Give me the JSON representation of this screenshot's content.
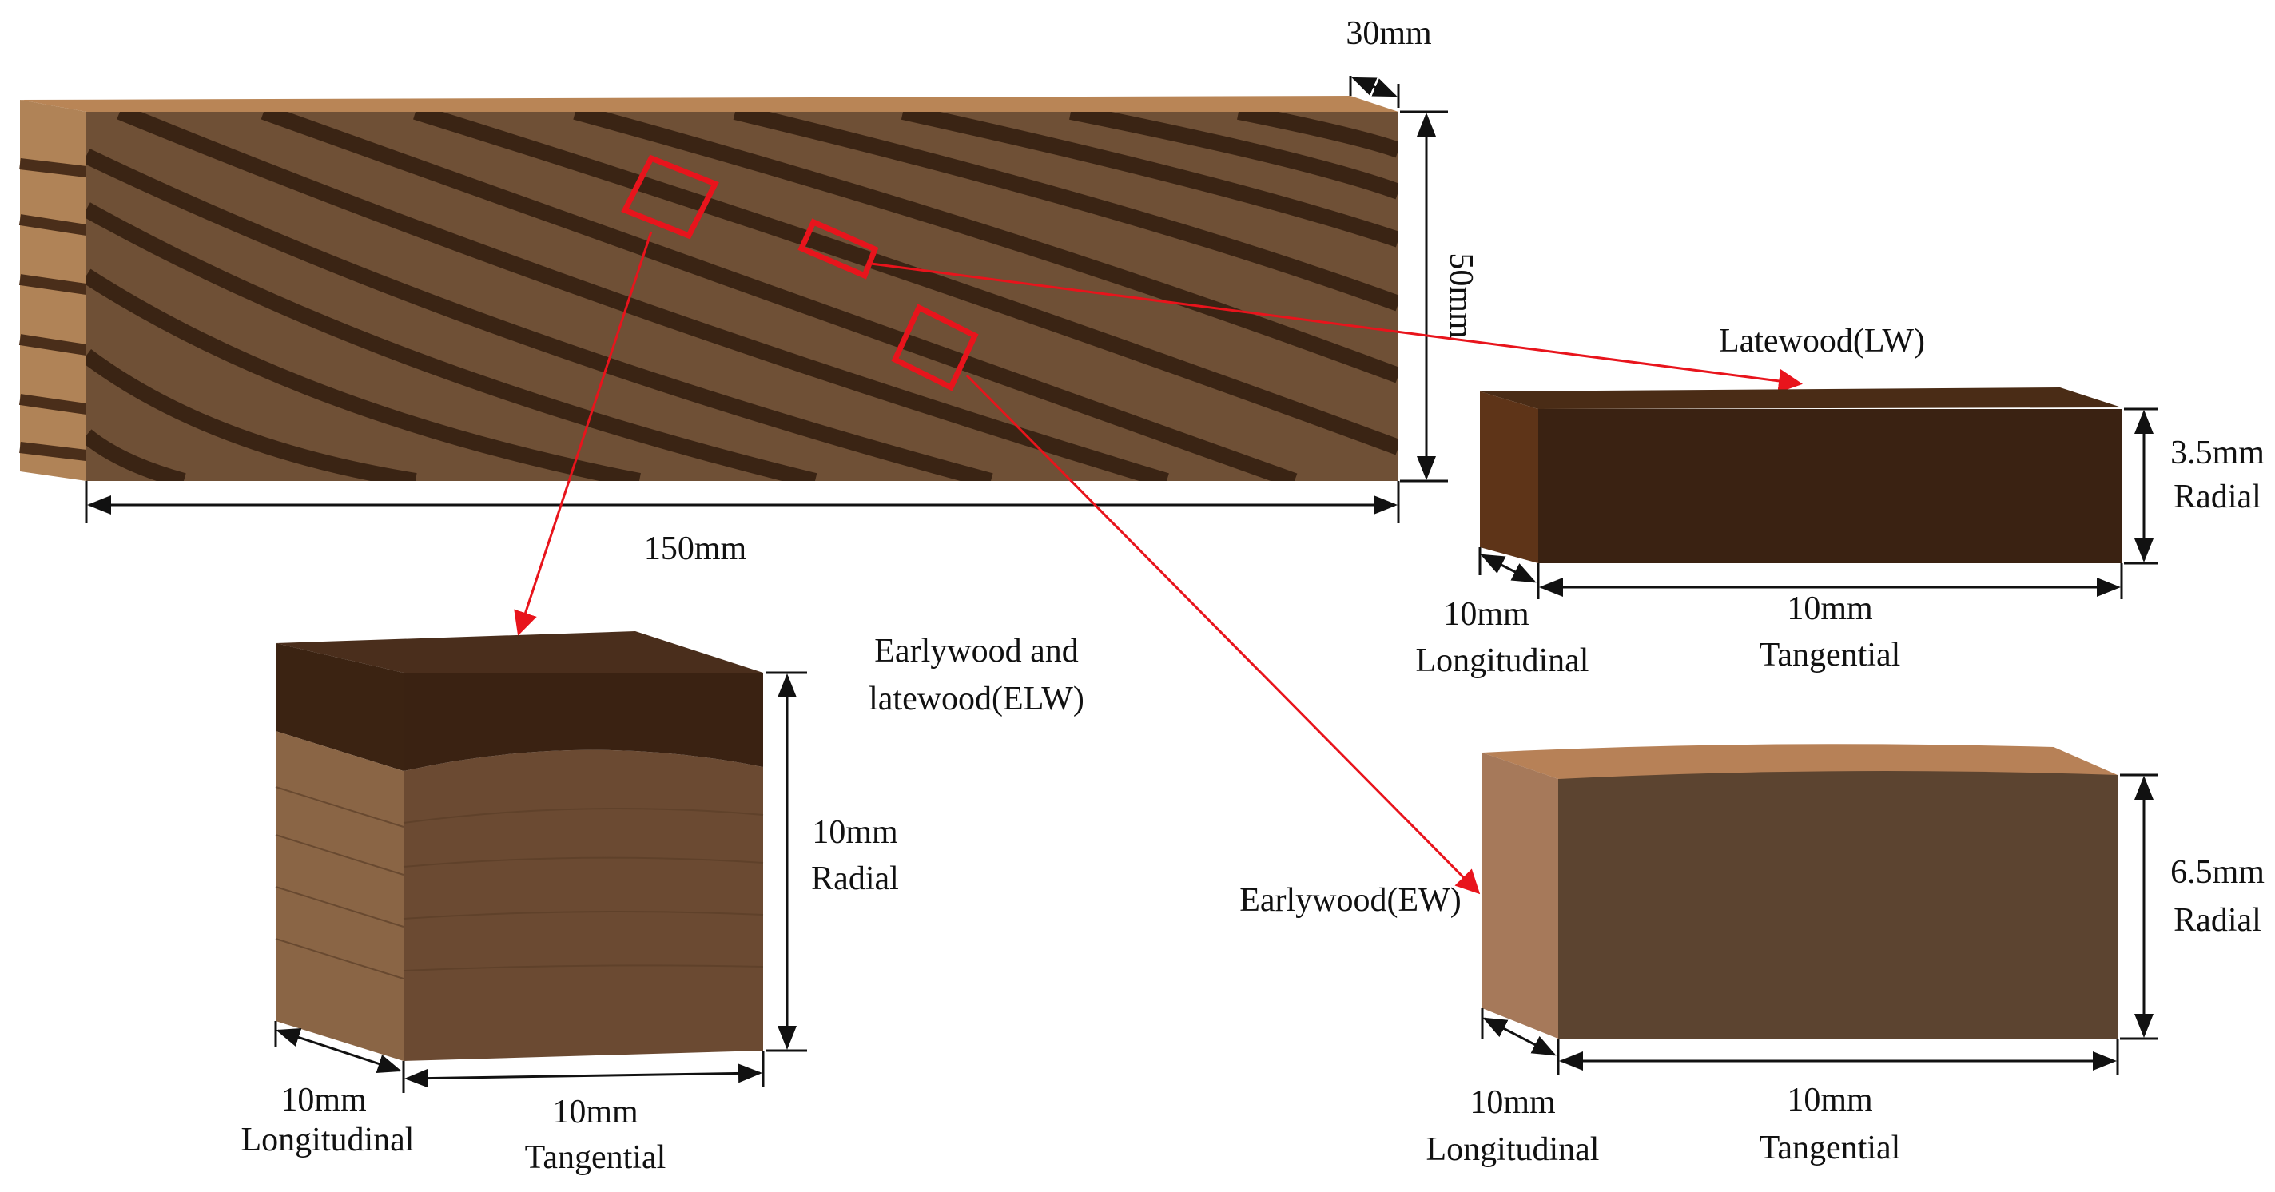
{
  "board": {
    "length": "150mm",
    "height": "50mm",
    "thickness": "30mm"
  },
  "samples": {
    "latewood": {
      "title": "Latewood(LW)",
      "radial_dim": "3.5mm",
      "radial_label": "Radial",
      "longitudinal_dim": "10mm",
      "longitudinal_label": "Longitudinal",
      "tangential_dim": "10mm",
      "tangential_label": "Tangential"
    },
    "earlywood": {
      "title": "Earlywood(EW)",
      "radial_dim": "6.5mm",
      "radial_label": "Radial",
      "longitudinal_dim": "10mm",
      "longitudinal_label": "Longitudinal",
      "tangential_dim": "10mm",
      "tangential_label": "Tangential"
    },
    "elw": {
      "title_line1": "Earlywood and",
      "title_line2": "latewood(ELW)",
      "radial_dim": "10mm",
      "radial_label": "Radial",
      "longitudinal_dim": "10mm",
      "longitudinal_label": "Longitudinal",
      "tangential_dim": "10mm",
      "tangential_label": "Tangential"
    }
  },
  "colors": {
    "board_face": "#6f5036",
    "growth_ring": "#3a2414",
    "latewood": "#3a2212",
    "earlywood": "#5c4430",
    "earlywood_side": "#a6795a",
    "selection_box": "#e8141c"
  }
}
